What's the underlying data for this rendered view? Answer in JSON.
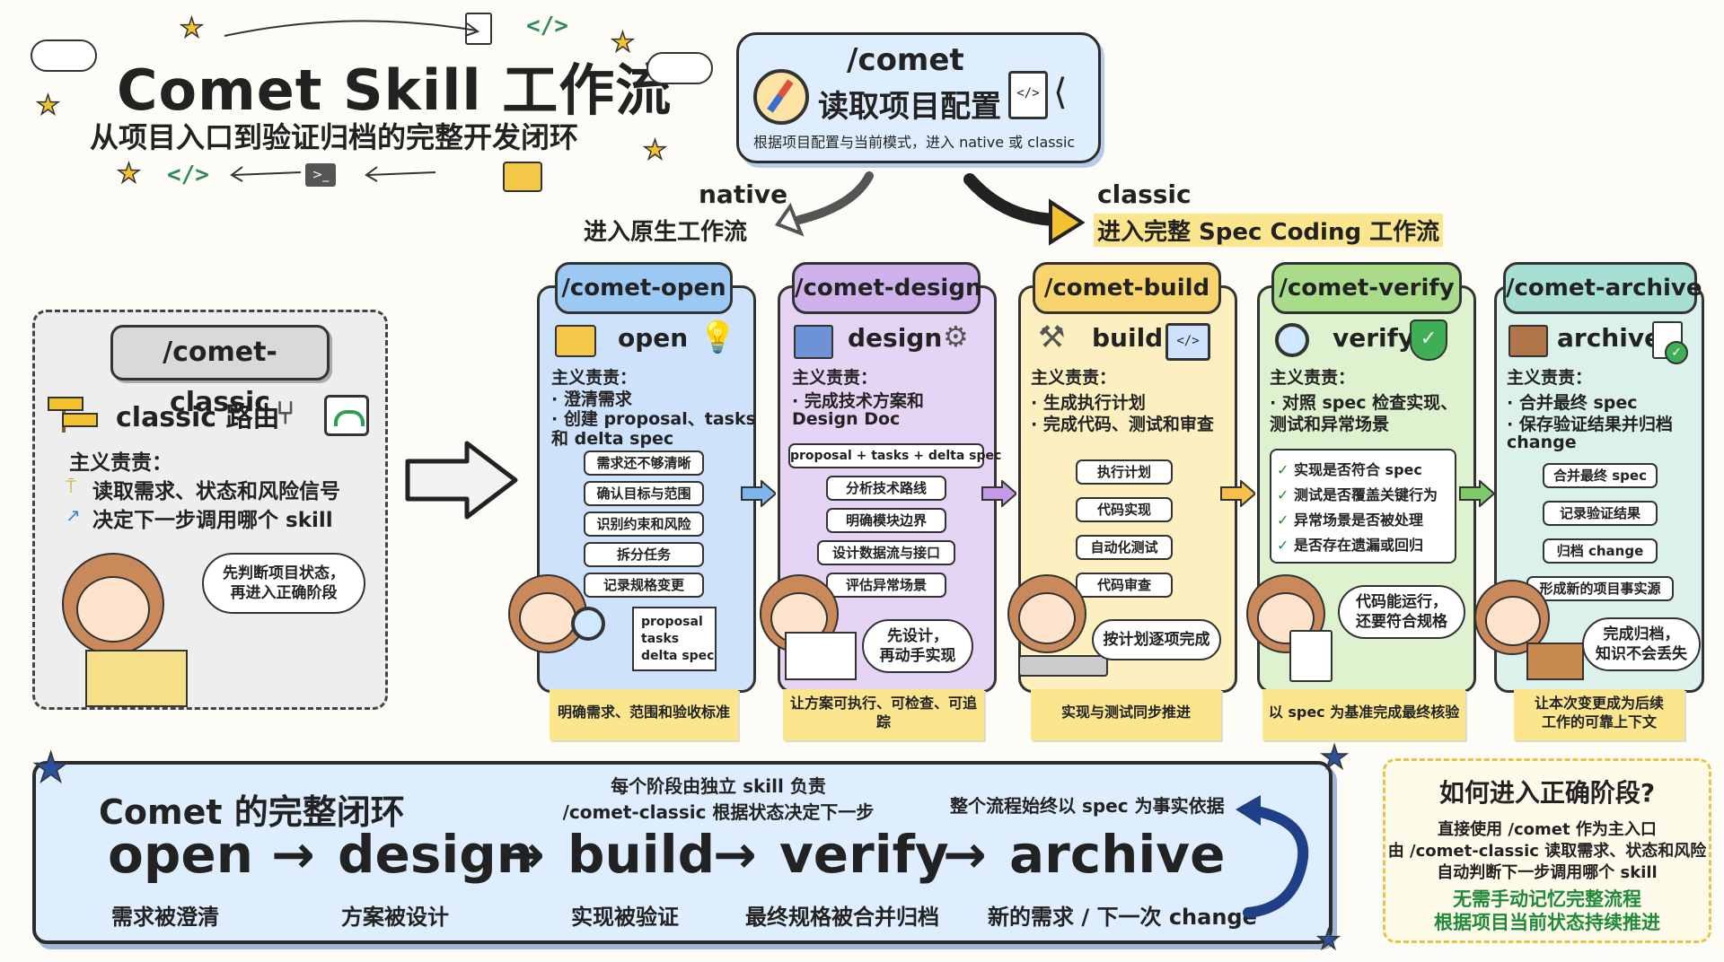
{
  "header": {
    "title": "Comet Skill 工作流",
    "subtitle": "从项目入口到验证归档的完整开发闭环"
  },
  "entry": {
    "command": "/comet",
    "name": "读取项目配置",
    "description": "根据项目配置与当前模式，进入 native 或 classic"
  },
  "branches": {
    "native_label": "native",
    "native_sub": "进入原生工作流",
    "classic_label": "classic",
    "classic_sub": "进入完整 Spec Coding 工作流"
  },
  "classic_panel": {
    "command": "/comet-classic",
    "heading": "classic 路由",
    "resp_label": "主义责责：",
    "lines": [
      "读取需求、状态和风险信号",
      "决定下一步调用哪个 skill"
    ],
    "bubble": [
      "先判断项目状态，",
      "再进入正确阶段"
    ]
  },
  "phases": [
    {
      "command": "/comet-open",
      "name": "open",
      "resp_label": "主义责责：",
      "resp": [
        "· 澄清需求",
        "· 创建 proposal、tasks",
        "  和 delta spec"
      ],
      "steps": [
        "需求还不够清晰",
        "确认目标与范围",
        "识别约束和风险",
        "拆分任务",
        "记录规格变更"
      ],
      "doc": [
        "proposal",
        "tasks",
        "delta spec"
      ],
      "note": [
        "明确需求、范围和验收标准"
      ]
    },
    {
      "command": "/comet-design",
      "name": "design",
      "resp_label": "主义责责：",
      "resp": [
        "· 完成技术方案和",
        "  Design Doc"
      ],
      "inputs": "proposal + tasks + delta spec",
      "steps": [
        "分析技术路线",
        "明确模块边界",
        "设计数据流与接口",
        "评估异常场景"
      ],
      "bubble": [
        "先设计，",
        "再动手实现"
      ],
      "note": [
        "让方案可执行、可检查、可追",
        "踪"
      ]
    },
    {
      "command": "/comet-build",
      "name": "build",
      "resp_label": "主义责责：",
      "resp": [
        "· 生成执行计划",
        "· 完成代码、测试和审查"
      ],
      "steps": [
        "执行计划",
        "代码实现",
        "自动化测试",
        "代码审查"
      ],
      "bubble": [
        "按计划逐项完成"
      ],
      "note": [
        "实现与测试同步推进"
      ]
    },
    {
      "command": "/comet-verify",
      "name": "verify",
      "resp_label": "主义责责：",
      "resp": [
        "· 对照 spec 检查实现、",
        "  测试和异常场景"
      ],
      "checks": [
        "实现是否符合 spec",
        "测试是否覆盖关键行为",
        "异常场景是否被处理",
        "是否存在遗漏或回归"
      ],
      "bubble": [
        "代码能运行，",
        "还要符合规格"
      ],
      "note": [
        "以 spec 为基准完成最终核验"
      ]
    },
    {
      "command": "/comet-archive",
      "name": "archive",
      "resp_label": "主义责责：",
      "resp": [
        "· 合并最终 spec",
        "· 保存验证结果并归档",
        "  change"
      ],
      "steps": [
        "合并最终 spec",
        "记录验证结果",
        "归档 change",
        "形成新的项目事实源"
      ],
      "bubble": [
        "完成归档，",
        "知识不会丢失"
      ],
      "note": [
        "让本次变更成为后续",
        "工作的可靠上下文"
      ]
    }
  ],
  "loop": {
    "title": "Comet 的完整闭环",
    "note_top_1": "每个阶段由独立 skill 负责",
    "note_top_2": "/comet-classic 根据状态决定下一步",
    "note_right": "整个流程始终以 spec 为事实依据",
    "sequence": [
      "open",
      "design",
      "build",
      "verify",
      "archive"
    ],
    "results": [
      "需求被澄清",
      "方案被设计",
      "实现被验证",
      "最终规格被合并归档",
      "新的需求 / 下一次 change"
    ]
  },
  "howto": {
    "title": "如何进入正确阶段?",
    "lines": [
      "直接使用 /comet 作为主入口",
      "由 /comet-classic 读取需求、状态和风险",
      "自动判断下一步调用哪个 skill"
    ],
    "highlights": [
      "无需手动记忆完整流程",
      "根据项目当前状态持续推进"
    ]
  },
  "colors": {
    "open": "#cfe2fb",
    "open_tab": "#9cc8f4",
    "design": "#e6d4f4",
    "design_tab": "#cfb2ec",
    "build": "#fdf0c0",
    "build_tab": "#f8d46c",
    "verify": "#dff2cf",
    "verify_tab": "#a8dc8a",
    "archive": "#dcf1ec",
    "archive_tab": "#a8dfd5"
  }
}
